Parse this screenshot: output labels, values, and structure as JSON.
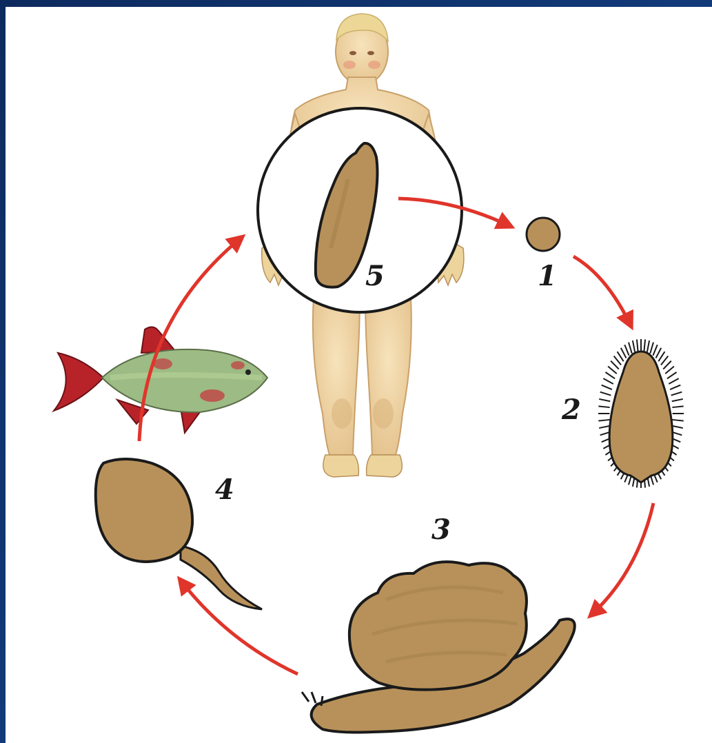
{
  "diagram": {
    "stages": [
      {
        "id": "5",
        "label": "5"
      },
      {
        "id": "1",
        "label": "1"
      },
      {
        "id": "2",
        "label": "2"
      },
      {
        "id": "3",
        "label": "3"
      },
      {
        "id": "4",
        "label": "4"
      }
    ]
  },
  "colors": {
    "background": "#0f2d63",
    "panel": "#ffffff",
    "organism": "#b8915a",
    "outline": "#1a1a1a",
    "arrow": "#e0352b",
    "skin": "#f1d8a8",
    "hair": "#ecd796",
    "fish_body": "#9dbb84",
    "fish_fins": "#b8232a"
  },
  "icons": [
    "human-figure-icon",
    "fish-icon",
    "snail-icon"
  ]
}
